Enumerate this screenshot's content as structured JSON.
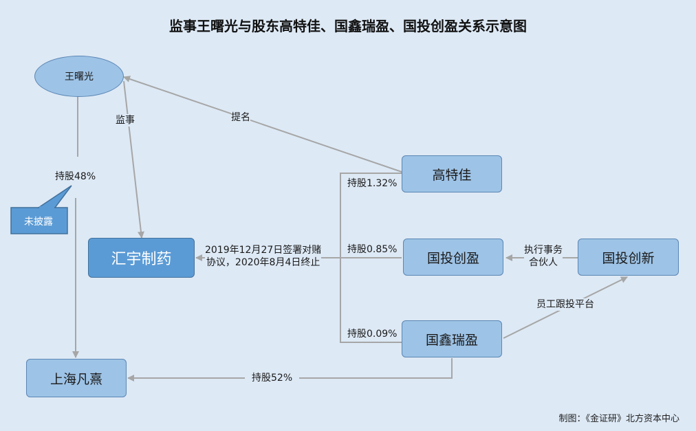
{
  "title": "监事王曙光与股东高特佳、国鑫瑞盈、国投创盈关系示意图",
  "nodes": {
    "wang": "王曙光",
    "huiyu": "汇宇制药",
    "shanghai": "上海凡熹",
    "gaotejia": "高特佳",
    "guotou_chuangying": "国投创盈",
    "guotou_chuangxin": "国投创新",
    "guoxin_ruiying": "国鑫瑞盈"
  },
  "edges": {
    "supervisor": "监事",
    "nominate": "提名",
    "hold48": "持股48%",
    "hold132": "持股1.32%",
    "hold085": "持股0.85%",
    "hold009": "持股0.09%",
    "vam": "2019年12月27日签署对赌\n协议，2020年8月4日终止",
    "gp": "执行事务\n合伙人",
    "staff_platform": "员工跟投平台",
    "hold52": "持股52%"
  },
  "callout": "未披露",
  "credit": "制图：《金证研》北方资本中心",
  "colors": {
    "background": "#dde9f5",
    "box_fill": "#9dc3e6",
    "main_fill": "#5b9bd5",
    "line": "#a6a6a6"
  }
}
